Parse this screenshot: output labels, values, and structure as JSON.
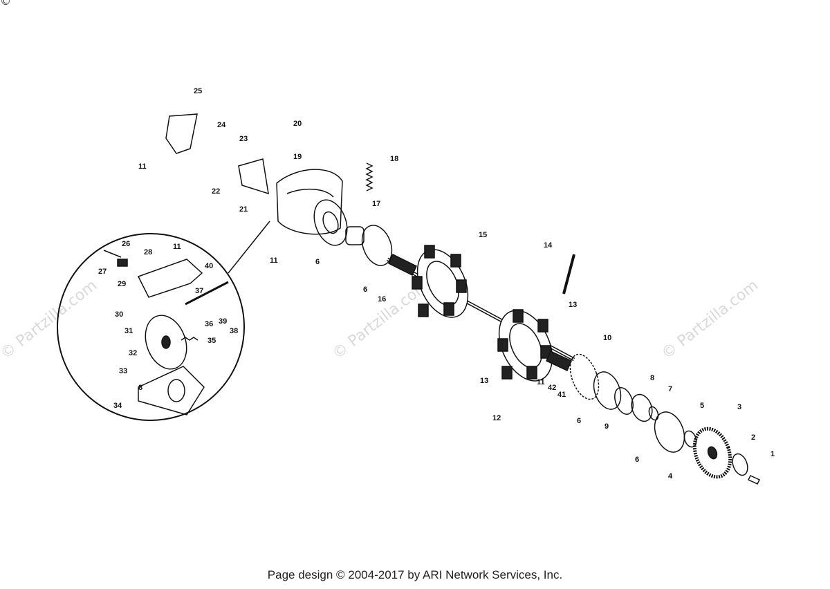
{
  "watermark": "© Partzilla.com",
  "footer": "Page design © 2004-2017 by ARI Network Services, Inc.",
  "callouts": [
    {
      "id": "c1",
      "label": "1"
    },
    {
      "id": "c2",
      "label": "2"
    },
    {
      "id": "c3",
      "label": "3"
    },
    {
      "id": "c4",
      "label": "4"
    },
    {
      "id": "c5",
      "label": "5"
    },
    {
      "id": "c6a",
      "label": "6"
    },
    {
      "id": "c6b",
      "label": "6"
    },
    {
      "id": "c6c",
      "label": "6"
    },
    {
      "id": "c6d",
      "label": "6"
    },
    {
      "id": "c7",
      "label": "7"
    },
    {
      "id": "c8",
      "label": "8"
    },
    {
      "id": "c9",
      "label": "9"
    },
    {
      "id": "c10",
      "label": "10"
    },
    {
      "id": "c11a",
      "label": "11"
    },
    {
      "id": "c11b",
      "label": "11"
    },
    {
      "id": "c11c",
      "label": "11"
    },
    {
      "id": "c11d",
      "label": "11"
    },
    {
      "id": "c12",
      "label": "12"
    },
    {
      "id": "c13a",
      "label": "13"
    },
    {
      "id": "c13b",
      "label": "13"
    },
    {
      "id": "c14",
      "label": "14"
    },
    {
      "id": "c15",
      "label": "15"
    },
    {
      "id": "c16",
      "label": "16"
    },
    {
      "id": "c17",
      "label": "17"
    },
    {
      "id": "c18",
      "label": "18"
    },
    {
      "id": "c19",
      "label": "19"
    },
    {
      "id": "c20",
      "label": "20"
    },
    {
      "id": "c21",
      "label": "21"
    },
    {
      "id": "c22",
      "label": "22"
    },
    {
      "id": "c23",
      "label": "23"
    },
    {
      "id": "c24",
      "label": "24"
    },
    {
      "id": "c25",
      "label": "25"
    },
    {
      "id": "c26",
      "label": "26"
    },
    {
      "id": "c27",
      "label": "27"
    },
    {
      "id": "c28",
      "label": "28"
    },
    {
      "id": "c29",
      "label": "29"
    },
    {
      "id": "c30",
      "label": "30"
    },
    {
      "id": "c31",
      "label": "31"
    },
    {
      "id": "c32",
      "label": "32"
    },
    {
      "id": "c33",
      "label": "33"
    },
    {
      "id": "c34",
      "label": "34"
    },
    {
      "id": "c35",
      "label": "35"
    },
    {
      "id": "c36",
      "label": "36"
    },
    {
      "id": "c37",
      "label": "37"
    },
    {
      "id": "c38",
      "label": "38"
    },
    {
      "id": "c39",
      "label": "39"
    },
    {
      "id": "c40",
      "label": "40"
    },
    {
      "id": "c41",
      "label": "41"
    },
    {
      "id": "c42",
      "label": "42"
    },
    {
      "id": "c8b",
      "label": "8"
    }
  ]
}
